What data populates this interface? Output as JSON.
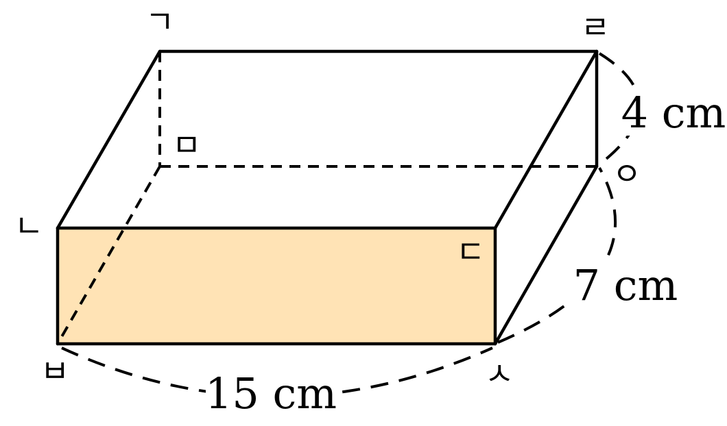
{
  "colors": {
    "front_face_fill": "#FFE3B5",
    "stroke": "#000000",
    "background": "#FFFFFF"
  },
  "vertices": {
    "top_back_left": "ㄱ",
    "top_front_left": "ㄴ",
    "top_front_right": "ㄷ",
    "top_back_right": "ㄹ",
    "bottom_back_left": "ㅁ",
    "bottom_front_left": "ㅂ",
    "bottom_front_right": "ㅅ",
    "bottom_back_right": "ㅇ"
  },
  "measurements": {
    "length": "15 cm",
    "width": "7 cm",
    "height": "4 cm"
  }
}
